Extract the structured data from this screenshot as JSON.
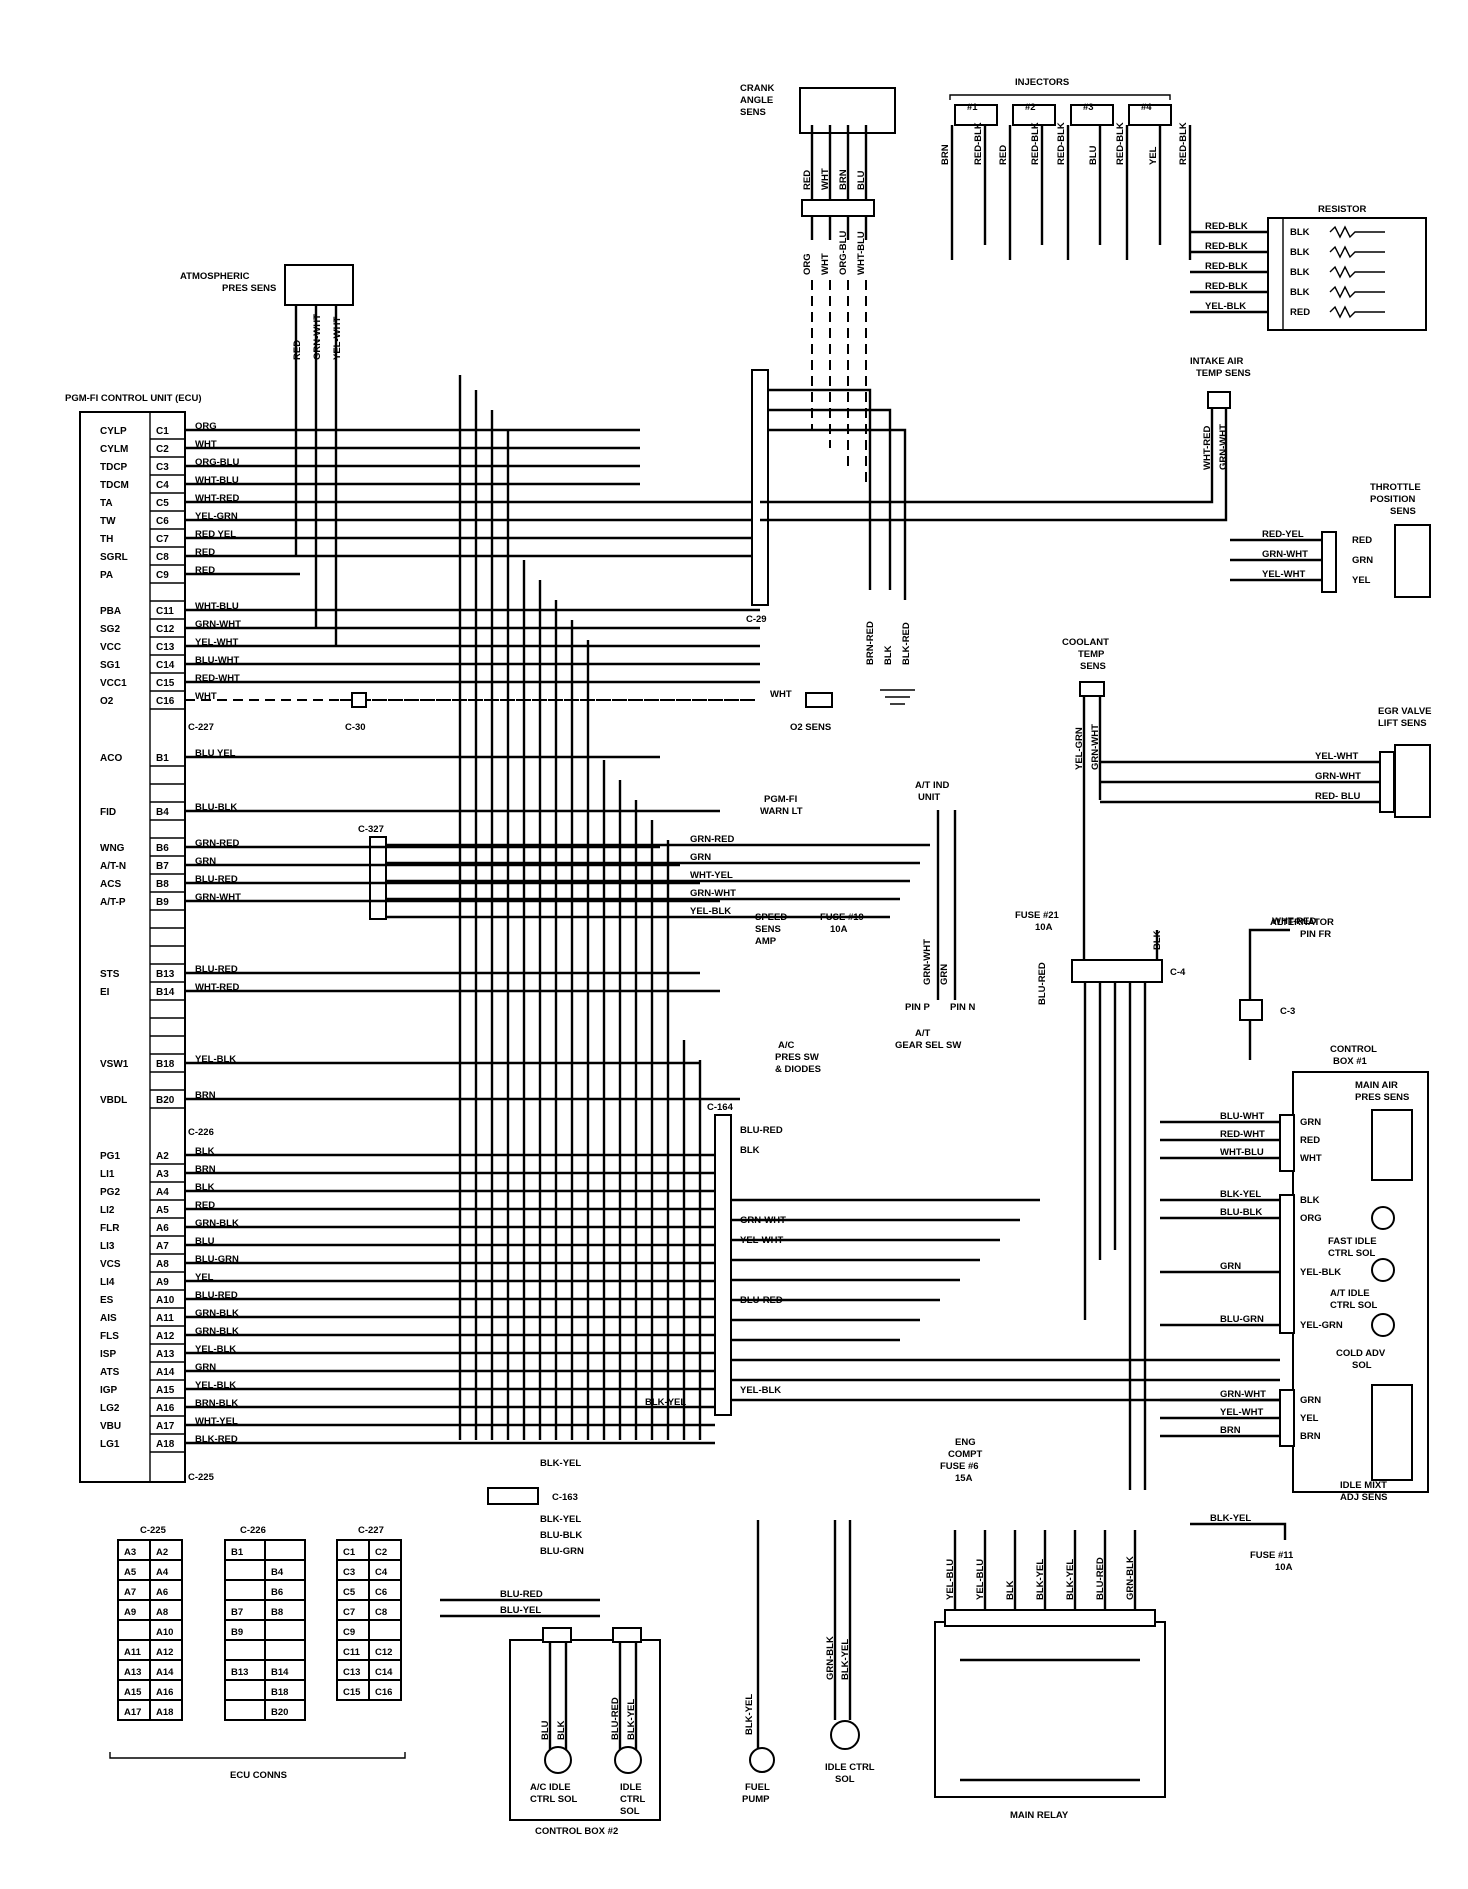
{
  "title": {
    "ecu": "PGM-FI CONTROL UNIT (ECU)",
    "crank": [
      "CRANK",
      "ANGLE",
      "SENS"
    ],
    "injectors": "INJECTORS",
    "resistor": "RESISTOR",
    "atmos": [
      "ATMOSPHERIC",
      "PRES SENS"
    ],
    "intake": [
      "INTAKE AIR",
      "TEMP SENS"
    ],
    "throttle": [
      "THROTTLE",
      "POSITION",
      "SENS"
    ],
    "coolant": [
      "COOLANT",
      "TEMP",
      "SENS"
    ],
    "egr": [
      "EGR VALVE",
      "LIFT SENS"
    ],
    "o2": "O2 SENS",
    "pgmwarn": [
      "PGM-FI",
      "WARN LT"
    ],
    "atind": [
      "A/T IND",
      "UNIT"
    ],
    "gearsw": [
      "A/T",
      "GEAR SEL SW"
    ],
    "alternator": [
      "ALTERNATOR",
      "PIN FR"
    ],
    "fuse21": [
      "FUSE #21",
      "10A"
    ],
    "fuse19": [
      "FUSE #19",
      "10A"
    ],
    "speedamp": [
      "SPEED",
      "SENS",
      "AMP"
    ],
    "acpres": [
      "A/C",
      "PRES SW",
      "& DIODES"
    ],
    "controlbox1": [
      "CONTROL",
      "BOX #1"
    ],
    "mainair": [
      "MAIN AIR",
      "PRES SENS"
    ],
    "fastidle": [
      "FAST IDLE",
      "CTRL SOL"
    ],
    "atidle": [
      "A/T IDLE",
      "CTRL SOL"
    ],
    "coldadv": [
      "COLD ADV",
      "SOL"
    ],
    "idlemixt": [
      "IDLE MIXT",
      "ADJ SENS"
    ],
    "engcomp": [
      "ENG",
      "COMPT",
      "FUSE #6",
      "15A"
    ],
    "fuse11": [
      "FUSE #11",
      "10A"
    ],
    "acidle": [
      "A/C IDLE",
      "CTRL SOL"
    ],
    "idlectrl_box": [
      "IDLE",
      "CTRL",
      "SOL"
    ],
    "controlbox2": "CONTROL BOX #2",
    "fuelpump": [
      "FUEL",
      "PUMP"
    ],
    "idlectrl": [
      "IDLE CTRL",
      "SOL"
    ],
    "mainrelay": "MAIN RELAY",
    "ecuconns": "ECU CONNS",
    "inj_nums": [
      "#1",
      "#2",
      "#3",
      "#4"
    ],
    "pinp": "PIN P",
    "pinn": "PIN N"
  },
  "connectors": {
    "c29": "C-29",
    "c30": "C-30",
    "c327": "C-327",
    "c164": "C-164",
    "c163": "C-163",
    "c4": "C-4",
    "c3": "C-3",
    "c227": "C-227",
    "c226": "C-226",
    "c225": "C-225"
  },
  "ecu_rows": [
    {
      "sig": "CYLP",
      "pin": "C1",
      "wire": "ORG"
    },
    {
      "sig": "CYLM",
      "pin": "C2",
      "wire": "WHT"
    },
    {
      "sig": "TDCP",
      "pin": "C3",
      "wire": "ORG-BLU"
    },
    {
      "sig": "TDCM",
      "pin": "C4",
      "wire": "WHT-BLU"
    },
    {
      "sig": "TA",
      "pin": "C5",
      "wire": "WHT-RED"
    },
    {
      "sig": "TW",
      "pin": "C6",
      "wire": "YEL-GRN"
    },
    {
      "sig": "TH",
      "pin": "C7",
      "wire": "RED YEL"
    },
    {
      "sig": "SGRL",
      "pin": "C8",
      "wire": "RED"
    },
    {
      "sig": "PA",
      "pin": "C9",
      "wire": "RED"
    },
    {
      "sig": "",
      "pin": "",
      "wire": ""
    },
    {
      "sig": "PBA",
      "pin": "C11",
      "wire": "WHT-BLU"
    },
    {
      "sig": "SG2",
      "pin": "C12",
      "wire": "GRN-WHT"
    },
    {
      "sig": "VCC",
      "pin": "C13",
      "wire": "YEL-WHT"
    },
    {
      "sig": "SG1",
      "pin": "C14",
      "wire": "BLU-WHT"
    },
    {
      "sig": "VCC1",
      "pin": "C15",
      "wire": "RED-WHT"
    },
    {
      "sig": "O2",
      "pin": "C16",
      "wire": "WHT"
    }
  ],
  "ecu_b_rows": [
    {
      "sig": "ACO",
      "pin": "B1",
      "wire": "BLU YEL"
    },
    {
      "sig": "",
      "pin": "",
      "wire": ""
    },
    {
      "sig": "",
      "pin": "",
      "wire": ""
    },
    {
      "sig": "FID",
      "pin": "B4",
      "wire": "BLU-BLK"
    },
    {
      "sig": "",
      "pin": "",
      "wire": ""
    },
    {
      "sig": "WNG",
      "pin": "B6",
      "wire": "GRN-RED"
    },
    {
      "sig": "A/T-N",
      "pin": "B7",
      "wire": "GRN"
    },
    {
      "sig": "ACS",
      "pin": "B8",
      "wire": "BLU-RED"
    },
    {
      "sig": "A/T-P",
      "pin": "B9",
      "wire": "GRN-WHT"
    },
    {
      "sig": "",
      "pin": "",
      "wire": ""
    },
    {
      "sig": "",
      "pin": "",
      "wire": ""
    },
    {
      "sig": "",
      "pin": "",
      "wire": ""
    },
    {
      "sig": "STS",
      "pin": "B13",
      "wire": "BLU-RED"
    },
    {
      "sig": "EI",
      "pin": "B14",
      "wire": "WHT-RED"
    },
    {
      "sig": "",
      "pin": "",
      "wire": ""
    },
    {
      "sig": "",
      "pin": "",
      "wire": ""
    },
    {
      "sig": "",
      "pin": "",
      "wire": ""
    },
    {
      "sig": "VSW1",
      "pin": "B18",
      "wire": "YEL-BLK"
    },
    {
      "sig": "",
      "pin": "",
      "wire": ""
    },
    {
      "sig": "VBDL",
      "pin": "B20",
      "wire": "BRN"
    }
  ],
  "ecu_a_rows": [
    {
      "sig": "PG1",
      "pin": "A2",
      "wire": "BLK"
    },
    {
      "sig": "LI1",
      "pin": "A3",
      "wire": "BRN"
    },
    {
      "sig": "PG2",
      "pin": "A4",
      "wire": "BLK"
    },
    {
      "sig": "LI2",
      "pin": "A5",
      "wire": "RED"
    },
    {
      "sig": "FLR",
      "pin": "A6",
      "wire": "GRN-BLK"
    },
    {
      "sig": "LI3",
      "pin": "A7",
      "wire": "BLU"
    },
    {
      "sig": "VCS",
      "pin": "A8",
      "wire": "BLU-GRN"
    },
    {
      "sig": "LI4",
      "pin": "A9",
      "wire": "YEL"
    },
    {
      "sig": "ES",
      "pin": "A10",
      "wire": "BLU-RED"
    },
    {
      "sig": "AIS",
      "pin": "A11",
      "wire": "GRN-BLK"
    },
    {
      "sig": "FLS",
      "pin": "A12",
      "wire": "GRN-BLK"
    },
    {
      "sig": "ISP",
      "pin": "A13",
      "wire": "YEL-BLK"
    },
    {
      "sig": "ATS",
      "pin": "A14",
      "wire": "GRN"
    },
    {
      "sig": "IGP",
      "pin": "A15",
      "wire": "YEL-BLK"
    },
    {
      "sig": "LG2",
      "pin": "A16",
      "wire": "BRN-BLK"
    },
    {
      "sig": "VBU",
      "pin": "A17",
      "wire": "WHT-YEL"
    },
    {
      "sig": "LG1",
      "pin": "A18",
      "wire": "BLK-RED"
    }
  ],
  "crank_wires": [
    "RED",
    "WHT",
    "BRN",
    "BLU"
  ],
  "crank_lower": [
    "ORG",
    "WHT",
    "ORG-BLU",
    "WHT-BLU"
  ],
  "injector_wires": [
    "BRN",
    "RED-BLK",
    "RED",
    "RED-BLK",
    "RED-BLK",
    "BLU",
    "RED-BLK",
    "YEL",
    "RED-BLK"
  ],
  "resistor_rows": [
    {
      "left": "RED-BLK",
      "right": "BLK"
    },
    {
      "left": "RED-BLK",
      "right": "BLK"
    },
    {
      "left": "RED-BLK",
      "right": "BLK"
    },
    {
      "left": "RED-BLK",
      "right": "BLK"
    },
    {
      "left": "YEL-BLK",
      "right": "RED"
    }
  ],
  "atmos_wires": [
    "RED",
    "GRN-WHT",
    "YEL-WHT"
  ],
  "intake_wires": [
    "WHT-RED",
    "GRN-WHT"
  ],
  "throttle_rows": [
    {
      "left": "RED-YEL",
      "right": "RED"
    },
    {
      "left": "GRN-WHT",
      "right": "GRN"
    },
    {
      "left": "YEL-WHT",
      "right": "YEL"
    }
  ],
  "coolant_wires": [
    "YEL-GRN",
    "GRN-WHT"
  ],
  "egr_rows": [
    "YEL-WHT",
    "GRN-WHT",
    "RED- BLU"
  ],
  "c29_wires": [
    "BRN-RED",
    "BLK",
    "BLK-RED"
  ],
  "o2_wire": "WHT",
  "mid_wires": [
    "GRN-RED",
    "GRN",
    "WHT-YEL",
    "GRN-WHT",
    "YEL-BLK"
  ],
  "gear_wires": [
    "GRN-WHT",
    "GRN"
  ],
  "fuse21_wire": "BLU-RED",
  "c4_wire": "BLK",
  "alt_wire": "WHT-RED",
  "c164_labels": [
    "BLU-RED",
    "BLK",
    "GRN-WHT",
    "YEL-WHT",
    "BLU-RED",
    "YEL-BLK",
    "BLK-YEL"
  ],
  "cb1_rows": [
    {
      "left": "BLU-WHT",
      "right": "GRN"
    },
    {
      "left": "RED-WHT",
      "right": "RED"
    },
    {
      "left": "WHT-BLU",
      "right": "WHT"
    },
    {
      "left": "BLK-YEL",
      "right": "BLK"
    },
    {
      "left": "BLU-BLK",
      "right": "ORG"
    },
    {
      "left": "GRN",
      "right": "YEL-BLK"
    },
    {
      "left": "BLU-GRN",
      "right": "YEL-GRN"
    },
    {
      "left": "GRN-WHT",
      "right": "GRN"
    },
    {
      "left": "YEL-WHT",
      "right": "YEL"
    },
    {
      "left": "BRN",
      "right": "BRN"
    }
  ],
  "c163_wires": [
    "BLK-YEL",
    "BLK-YEL",
    "BLU-BLK",
    "BLU-GRN"
  ],
  "cb2_wires": [
    "BLU-RED",
    "BLU-YEL"
  ],
  "cb2_sol_wires": [
    "BLU",
    "BLK",
    "BLU-RED",
    "BLK-YEL"
  ],
  "fuel_wire": "BLK-YEL",
  "idle_wires": [
    "GRN-BLK",
    "BLK-YEL"
  ],
  "fuse11_wire": "BLK-YEL",
  "relay_wires": [
    "YEL-BLU",
    "YEL-BLU",
    "BLK",
    "BLK-YEL",
    "BLK-YEL",
    "BLU-RED",
    "GRN-BLK"
  ],
  "c225_grid": [
    [
      "A3",
      "A2"
    ],
    [
      "A5",
      "A4"
    ],
    [
      "A7",
      "A6"
    ],
    [
      "A9",
      "A8"
    ],
    [
      "",
      "A10"
    ],
    [
      "A11",
      "A12"
    ],
    [
      "A13",
      "A14"
    ],
    [
      "A15",
      "A16"
    ],
    [
      "A17",
      "A18"
    ]
  ],
  "c226_grid": [
    [
      "B1",
      ""
    ],
    [
      "",
      "B4"
    ],
    [
      "",
      "B6"
    ],
    [
      "B7",
      "B8"
    ],
    [
      "B9",
      ""
    ],
    [
      "",
      ""
    ],
    [
      "B13",
      "B14"
    ],
    [
      "",
      "B18"
    ],
    [
      "",
      "B20"
    ]
  ],
  "c227_grid": [
    [
      "C1",
      "C2"
    ],
    [
      "C3",
      "C4"
    ],
    [
      "C5",
      "C6"
    ],
    [
      "C7",
      "C8"
    ],
    [
      "C9",
      ""
    ],
    [
      "C11",
      "C12"
    ],
    [
      "C13",
      "C14"
    ],
    [
      "C15",
      "C16"
    ]
  ]
}
